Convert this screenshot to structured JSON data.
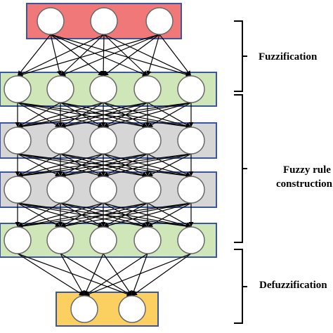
{
  "colors": {
    "input_layer": "#f07878",
    "fuzzification_layer": "#cfe6b9",
    "rule_layer": "#d6d6d6",
    "output_layer": "#fcd060",
    "box_border": "#3b55a0"
  },
  "diagram": {
    "layers": [
      {
        "name": "input",
        "nodes": 3,
        "fill_key": "input_layer"
      },
      {
        "name": "fuzzification",
        "nodes": 5,
        "fill_key": "fuzzification_layer"
      },
      {
        "name": "rule-1",
        "nodes": 5,
        "fill_key": "rule_layer"
      },
      {
        "name": "rule-2",
        "nodes": 5,
        "fill_key": "rule_layer"
      },
      {
        "name": "defuzzification",
        "nodes": 5,
        "fill_key": "fuzzification_layer"
      },
      {
        "name": "output",
        "nodes": 2,
        "fill_key": "output_layer"
      }
    ],
    "connections": "fully-connected between adjacent layers"
  },
  "labels": {
    "fuzzification": "Fuzzification",
    "rule_line1": "Fuzzy rule",
    "rule_line2": "construction",
    "defuzzification": "Defuzzification"
  }
}
